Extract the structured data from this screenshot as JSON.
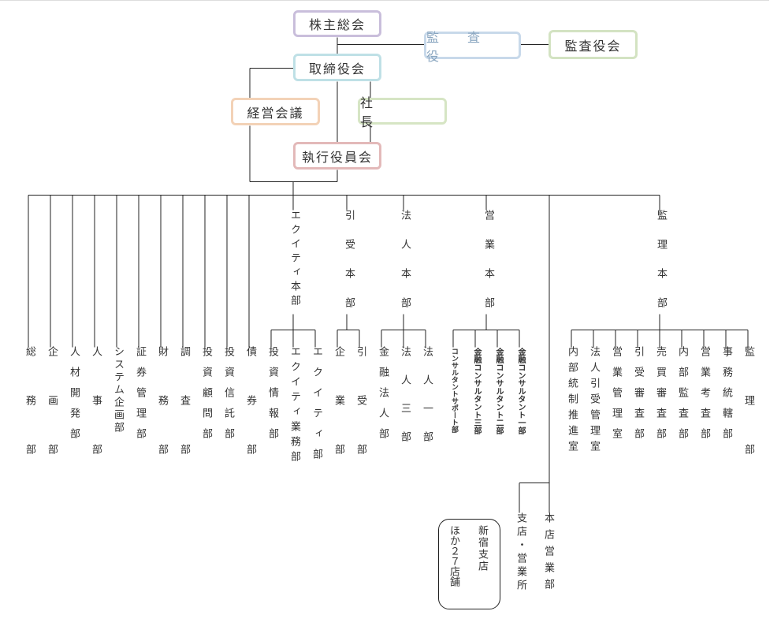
{
  "top": {
    "shareholders": "株主総会",
    "auditor": "監　査　役",
    "audit_board": "監査役会",
    "board": "取締役会",
    "management_meeting": "経営会議",
    "president": "社　　　長",
    "executive_committee": "執行役員会"
  },
  "departments": [
    {
      "key": "d1",
      "label": "総　務　部"
    },
    {
      "key": "d2",
      "label": "企　画　部"
    },
    {
      "key": "d3",
      "label": "人材開発部"
    },
    {
      "key": "d4",
      "label": "人　事　部"
    },
    {
      "key": "d5",
      "label": "システム企画部"
    },
    {
      "key": "d6",
      "label": "証券管理部"
    },
    {
      "key": "d7",
      "label": "財　務　部"
    },
    {
      "key": "d8",
      "label": "調　査　部"
    },
    {
      "key": "d9",
      "label": "投資顧問部"
    },
    {
      "key": "d10",
      "label": "投資信託部"
    },
    {
      "key": "d11",
      "label": "債　券　部"
    }
  ],
  "headquarters": {
    "equity": {
      "title": "エクイティ本部",
      "subs": [
        "投資情報部",
        "エクイティ業務部",
        "エクイティ部"
      ]
    },
    "underwriting": {
      "title": "引受本部",
      "subs": [
        "企　業　部",
        "引　受　部"
      ]
    },
    "corporate": {
      "title": "法人本部",
      "subs": [
        "金融法人部",
        "法　人　三　部",
        "法　人　一　部"
      ]
    },
    "sales": {
      "title": "営業本部",
      "subs": [
        "コンサルタントサポート部",
        "金融コンサルタント三部",
        "金融コンサルタント二部",
        "金融コンサルタント一部"
      ]
    },
    "audit": {
      "title": "監理本部",
      "subs": [
        "内部統制推進室",
        "法人引受管理室",
        "営業管理室",
        "引受審査部",
        "売買審査部",
        "内部監査部",
        "営業考査部",
        "事務統轄部",
        "監　理　部"
      ]
    }
  },
  "branches": {
    "head_office_sales": "本店営業部",
    "branch_offices": "支店・営業所",
    "shinjuku": "新宿支店",
    "others": "ほか２７店舗"
  },
  "colors": {
    "line": "#222222",
    "shareholders": "#c9bedb",
    "auditor": "#c8d9ea",
    "audit_board": "#d3e3c2",
    "board": "#bfe0e6",
    "management_meeting": "#f3d2b7",
    "president": "#d6e5c4",
    "executive_committee": "#e3b9b9"
  }
}
